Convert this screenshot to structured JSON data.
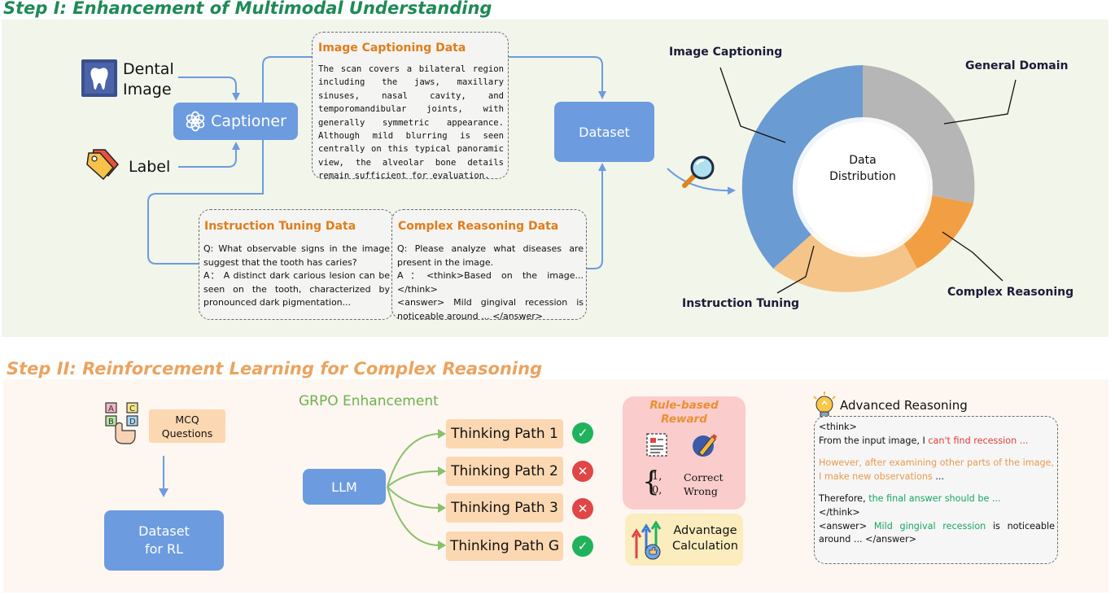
{
  "step1": {
    "title": "Step I: Enhancement of Multimodal Understanding",
    "title_color": "#1f8a55",
    "bg": "#f1f5ea",
    "inputs": {
      "dental_image": "Dental\nImage",
      "label": "Label"
    },
    "captioner": "Captioner",
    "dataset": "Dataset",
    "image_captioning": {
      "title": "Image Captioning Data",
      "text": "The scan covers a bilateral region including the jaws, maxillary sinuses, nasal cavity, and temporomandibular joints, with generally symmetric appearance. Although mild blurring is seen centrally on this typical panoramic view, the alveolar bone details remain sufficient for evaluation."
    },
    "instruction_tuning": {
      "title": "Instruction Tuning Data",
      "q": "Q: What observable signs in the image suggest that the tooth has caries?",
      "a": "A： A distinct dark carious lesion can be seen on the tooth, characterized by pronounced dark pigmentation..."
    },
    "complex_reasoning": {
      "title": "Complex Reasoning Data",
      "q": "Q: Please analyze what diseases are present in the image.",
      "a1": "A：<think>Based on the image...</think>",
      "a2": "<answer> Mild gingival recession is noticeable around ... </answer>"
    },
    "donut": {
      "center": "Data\nDistribution",
      "labels": {
        "image_captioning": "Image Captioning",
        "general_domain": "General Domain",
        "complex_reasoning": "Complex Reasoning",
        "instruction_tuning": "Instruction Tuning"
      },
      "colors": {
        "image_captioning": "#6a9bd2",
        "general_domain": "#b6b6b6",
        "complex_reasoning": "#f29e43",
        "instruction_tuning": "#f5c488"
      }
    }
  },
  "step2": {
    "title": "Step II: Reinforcement Learning for Complex Reasoning",
    "title_color": "#eaa460",
    "bg": "#fdf6f1",
    "mcq": "MCQ\nQuestions",
    "dataset_rl": "Dataset\nfor RL",
    "grpo": "GRPO Enhancement",
    "grpo_color": "#6fb04f",
    "llm": "LLM",
    "paths": [
      {
        "label": "Thinking Path 1",
        "ok": true
      },
      {
        "label": "Thinking Path 2",
        "ok": false
      },
      {
        "label": "Thinking Path 3",
        "ok": false
      },
      {
        "label": "Thinking Path G",
        "ok": true
      }
    ],
    "reward": {
      "title": "Rule-based\nReward",
      "v1": "1,",
      "v0": "0,",
      "correct": "Correct",
      "wrong": "Wrong"
    },
    "advantage": "Advantage\nCalculation",
    "advanced": {
      "title": "Advanced Reasoning",
      "l1": "<think>",
      "l2a": "From the input image, I ",
      "l2b": "can't find recession ...",
      "l3": "However, after examining other parts of the image, I make new observations",
      "l3b": " ...",
      "l4a": "Therefore, ",
      "l4b": "the final answer should be ...",
      "l5": "</think>",
      "l6a": "<answer> ",
      "l6b": "Mild gingival recession",
      "l6c": " is noticeable around ... </answer>"
    }
  }
}
